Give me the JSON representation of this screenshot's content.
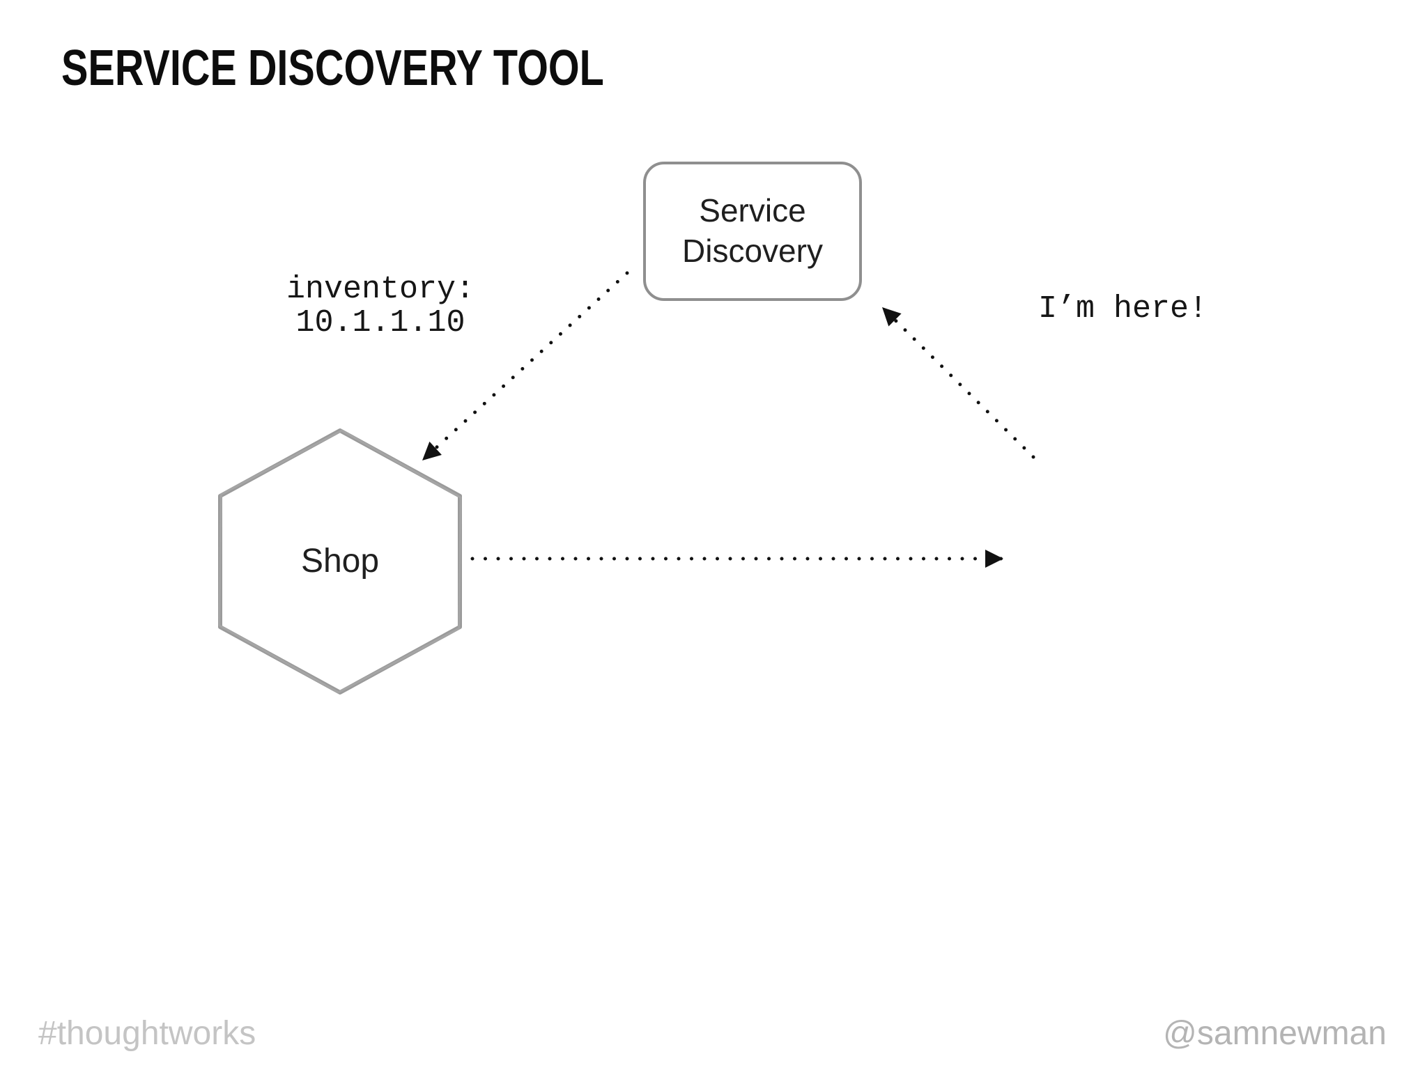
{
  "slide": {
    "title": "SERVICE DISCOVERY TOOL",
    "footer": {
      "left": "#thoughtworks",
      "right": "@samnewman"
    }
  },
  "diagram": {
    "nodes": [
      {
        "id": "service-discovery",
        "shape": "rounded-rectangle",
        "label": "Service Discovery"
      },
      {
        "id": "shop",
        "shape": "hexagon",
        "label": "Shop"
      }
    ],
    "edges": [
      {
        "from": "service-discovery",
        "to": "shop",
        "style": "dotted-arrow",
        "label_lines": [
          "inventory:",
          "10.1.1.10"
        ]
      },
      {
        "from": "shop",
        "to": "service-discovery",
        "style": "dotted-arrow",
        "label_lines": [
          "I’m here!"
        ]
      },
      {
        "from": "shop",
        "to": "east",
        "style": "dotted-arrow",
        "label_lines": []
      }
    ]
  },
  "colors": {
    "background": "#ffffff",
    "title_text": "#0d0d0d",
    "node_border": "#8f8f8f",
    "hexagon_stroke": "#9a9a9a",
    "node_text": "#1f1f1f",
    "edge_label_text": "#161616",
    "arrow": "#111111",
    "footer_left_text": "#c4c4c4",
    "footer_right_text": "#b4b4b4"
  }
}
